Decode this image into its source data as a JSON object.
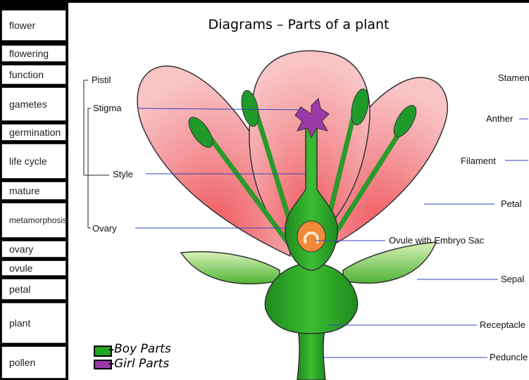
{
  "sidebar": {
    "items": [
      {
        "label": "flower"
      },
      {
        "label": "flowering"
      },
      {
        "label": "function"
      },
      {
        "label": "gametes"
      },
      {
        "label": "germination"
      },
      {
        "label": "life cycle"
      },
      {
        "label": "mature"
      },
      {
        "label": "metamorphosis"
      },
      {
        "label": "ovary"
      },
      {
        "label": "ovule"
      },
      {
        "label": "petal"
      },
      {
        "label": "plant"
      },
      {
        "label": "pollen"
      }
    ]
  },
  "diagram": {
    "title": "Diagrams – Parts of a plant",
    "labels": {
      "pistil": "Pistil",
      "stigma": "Stigma",
      "style": "Style",
      "ovary": "Ovary",
      "stamen": "Stamen",
      "anther": "Anther",
      "filament": "Filament",
      "petal": "Petal",
      "ovule": "Ovule with Embryo Sac",
      "sepal": "Sepal",
      "receptacle": "Receptacle",
      "peduncle": "Peduncle"
    },
    "legend": [
      {
        "label": "Boy Parts",
        "color": "#1fa51f"
      },
      {
        "label": "Girl Parts",
        "color": "#9b3aa6"
      }
    ],
    "colors": {
      "petal": "#f4a0a4",
      "stem": "#2faa2a",
      "sepal": "#8fd36a",
      "stigma": "#a040b0",
      "ovule": "#f08a3a",
      "leader_line": "#3344bb"
    }
  }
}
